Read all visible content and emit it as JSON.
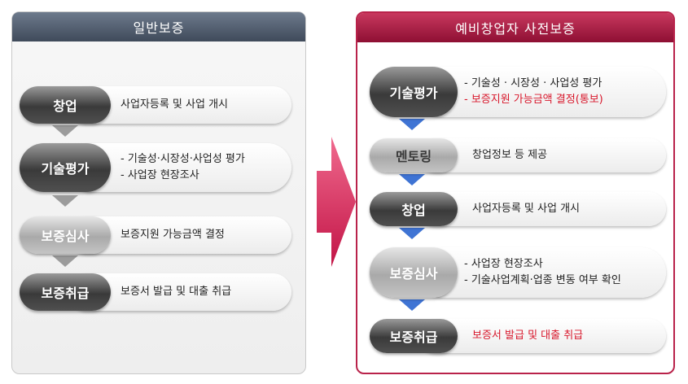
{
  "left": {
    "title": "일반보증",
    "steps": [
      {
        "label": "창업",
        "lines": [
          "사업자등록 및 사업 개시"
        ]
      },
      {
        "label": "기술평가",
        "lines": [
          "- 기술성·시장성·사업성  평가",
          "- 사업장 현장조사"
        ]
      },
      {
        "label": "보증심사",
        "lines": [
          "보증지원 가능금액 결정"
        ]
      },
      {
        "label": "보증취급",
        "lines": [
          "보증서 발급 및 대출 취급"
        ]
      }
    ]
  },
  "right": {
    "title": "예비창업자 사전보증",
    "steps": [
      {
        "label": "기술평가",
        "lines": [
          "- 기술성 · 시장성 · 사업성  평가",
          "- 보증지원 가능금액 결정(통보)"
        ]
      },
      {
        "label": "멘토링",
        "lines": [
          "창업정보 등 제공"
        ]
      },
      {
        "label": "창업",
        "lines": [
          "사업자등록 및 사업 개시"
        ]
      },
      {
        "label": "보증심사",
        "lines": [
          "- 사업장 현장조사",
          "- 기술사업계획·업종 변동 여부 확인"
        ]
      },
      {
        "label": "보증취급",
        "lines": [
          "보증서 발급 및 대출 취급"
        ]
      }
    ]
  },
  "colors": {
    "accent_red": "#d8182c",
    "arrow_blue": "#3f74d4",
    "arrow_pink": "#d4285a"
  }
}
